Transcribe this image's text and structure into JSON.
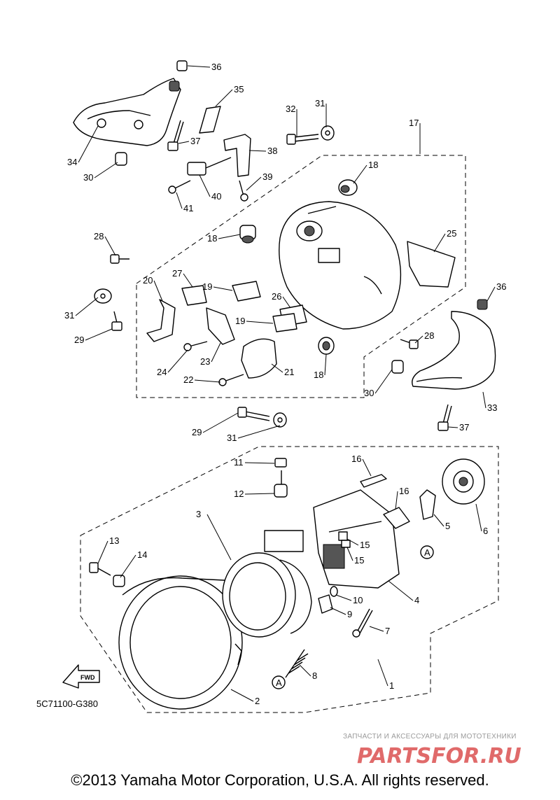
{
  "diagram": {
    "code": "5C71100-G380",
    "fwd_label": "FWD",
    "ref_mark": "A",
    "callouts": [
      "1",
      "2",
      "3",
      "4",
      "5",
      "6",
      "7",
      "8",
      "9",
      "10",
      "11",
      "12",
      "13",
      "14",
      "15",
      "16",
      "17",
      "18",
      "19",
      "20",
      "21",
      "22",
      "23",
      "24",
      "25",
      "26",
      "27",
      "28",
      "29",
      "30",
      "31",
      "32",
      "33",
      "34",
      "35",
      "36",
      "37",
      "38",
      "39",
      "40",
      "41"
    ]
  },
  "watermark": {
    "tagline": "ЗАПЧАСТИ И АКСЕССУАРЫ ДЛЯ МОТОТЕХНИКИ",
    "logo": "PARTSFOR.RU"
  },
  "footer": {
    "copyright": "©2013 Yamaha Motor Corporation, U.S.A. All rights reserved."
  }
}
